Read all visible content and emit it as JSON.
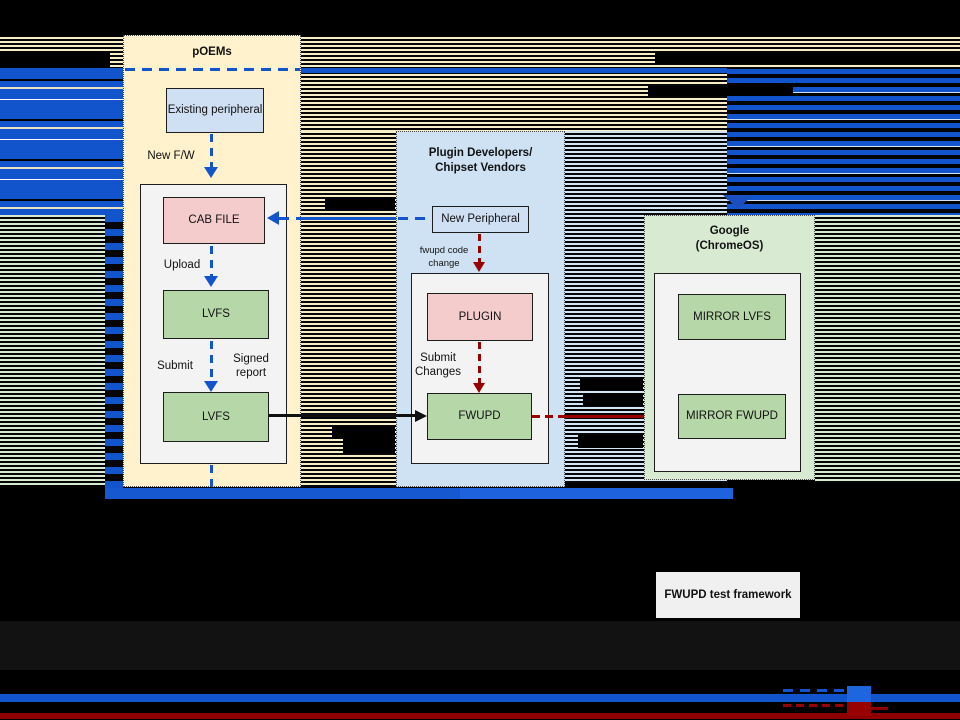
{
  "groups": {
    "poems": {
      "title": "pOEMs"
    },
    "plugin_devs": {
      "title_line1": "Plugin Developers/",
      "title_line2": "Chipset Vendors"
    },
    "google": {
      "title_line1": "Google",
      "title_line2": "(ChromeOS)"
    }
  },
  "nodes": {
    "existing_peripheral": "Existing peripheral",
    "cab_file": "CAB FILE",
    "lvfs_upload": "LVFS",
    "lvfs_submit": "LVFS",
    "new_peripheral": "New Peripheral",
    "plugin": "PLUGIN",
    "fwupd": "FWUPD",
    "mirror_lvfs": "MIRROR LVFS",
    "mirror_fwupd": "MIRROR FWUPD",
    "test_framework": "FWUPD test framework"
  },
  "edge_labels": {
    "new_fw": "New F/W",
    "upload": "Upload",
    "submit": "Submit",
    "signed_report": "Signed report",
    "fwupd_code_change": "fwupd code change",
    "submit_changes": "Submit Changes"
  },
  "colors": {
    "accent_blue": "#1254cb",
    "accent_dark_red": "#990000",
    "poems_panel": "#fff2cc",
    "plugin_panel": "#cfe2f3",
    "google_panel": "#d9ead3",
    "box_pink": "#f4cccc",
    "box_green": "#b6d7a8",
    "box_blue": "#cfdff4",
    "container_gray": "#f3f3f3"
  }
}
